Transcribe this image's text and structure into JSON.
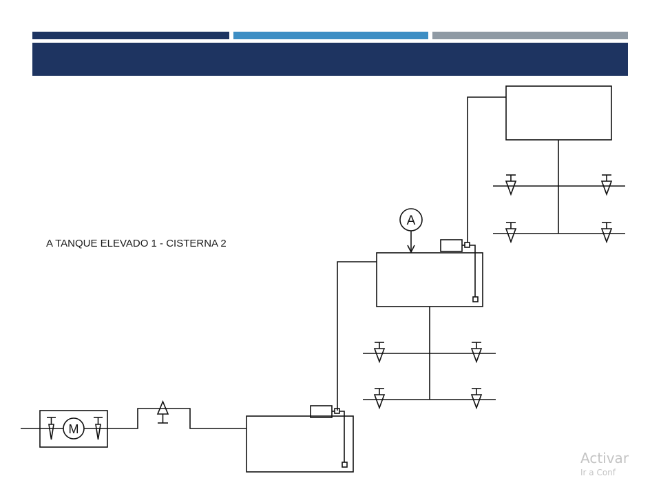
{
  "header": {
    "stripe_colors": [
      "#1d3461",
      "#3d8ec4",
      "#8f9aa4"
    ],
    "band_color": "#1e3461"
  },
  "diagram": {
    "label": "A  TANQUE ELEVADO 1 - CISTERNA 2",
    "marker_letter": "A",
    "motor_letter": "M"
  },
  "watermark": {
    "line1": "Activar",
    "line2": "Ir a Conf"
  }
}
